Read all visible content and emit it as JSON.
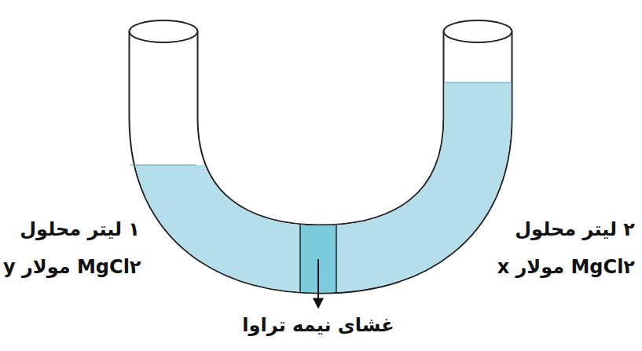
{
  "diagram": {
    "labels": [
      "۱ لیتر محلول",
      "y مولار MgCl۲",
      "۲ لیتر محلول",
      "x مولار MgCl۲",
      "غشای نیمه تراوا"
    ]
  }
}
